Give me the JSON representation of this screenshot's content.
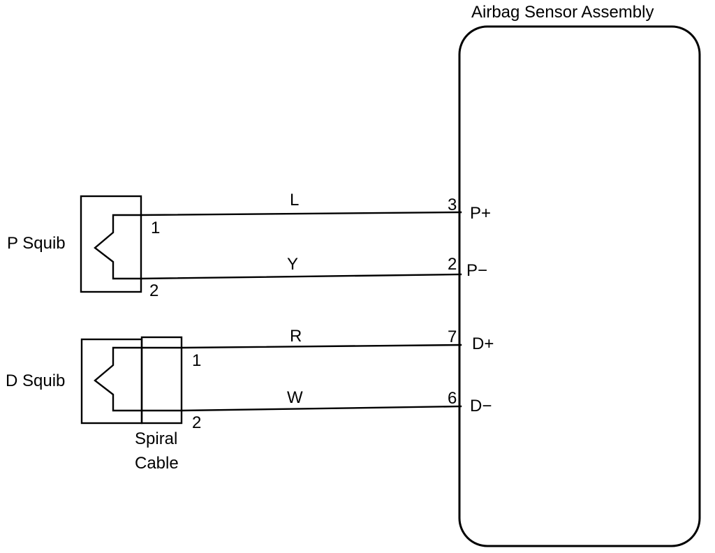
{
  "assembly": {
    "title": "Airbag Sensor Assembly",
    "terminals": [
      {
        "pin": "3",
        "label": "P+"
      },
      {
        "pin": "2",
        "label": "P−"
      },
      {
        "pin": "7",
        "label": "D+"
      },
      {
        "pin": "6",
        "label": "D−"
      }
    ]
  },
  "p_squib": {
    "label": "P Squib",
    "pin1": "1",
    "pin2": "2"
  },
  "d_squib": {
    "label": "D Squib",
    "pin1": "1",
    "pin2": "2"
  },
  "spiral_cable": {
    "line1": "Spiral",
    "line2": "Cable"
  },
  "wires": [
    {
      "color_code": "L"
    },
    {
      "color_code": "Y"
    },
    {
      "color_code": "R"
    },
    {
      "color_code": "W"
    }
  ]
}
